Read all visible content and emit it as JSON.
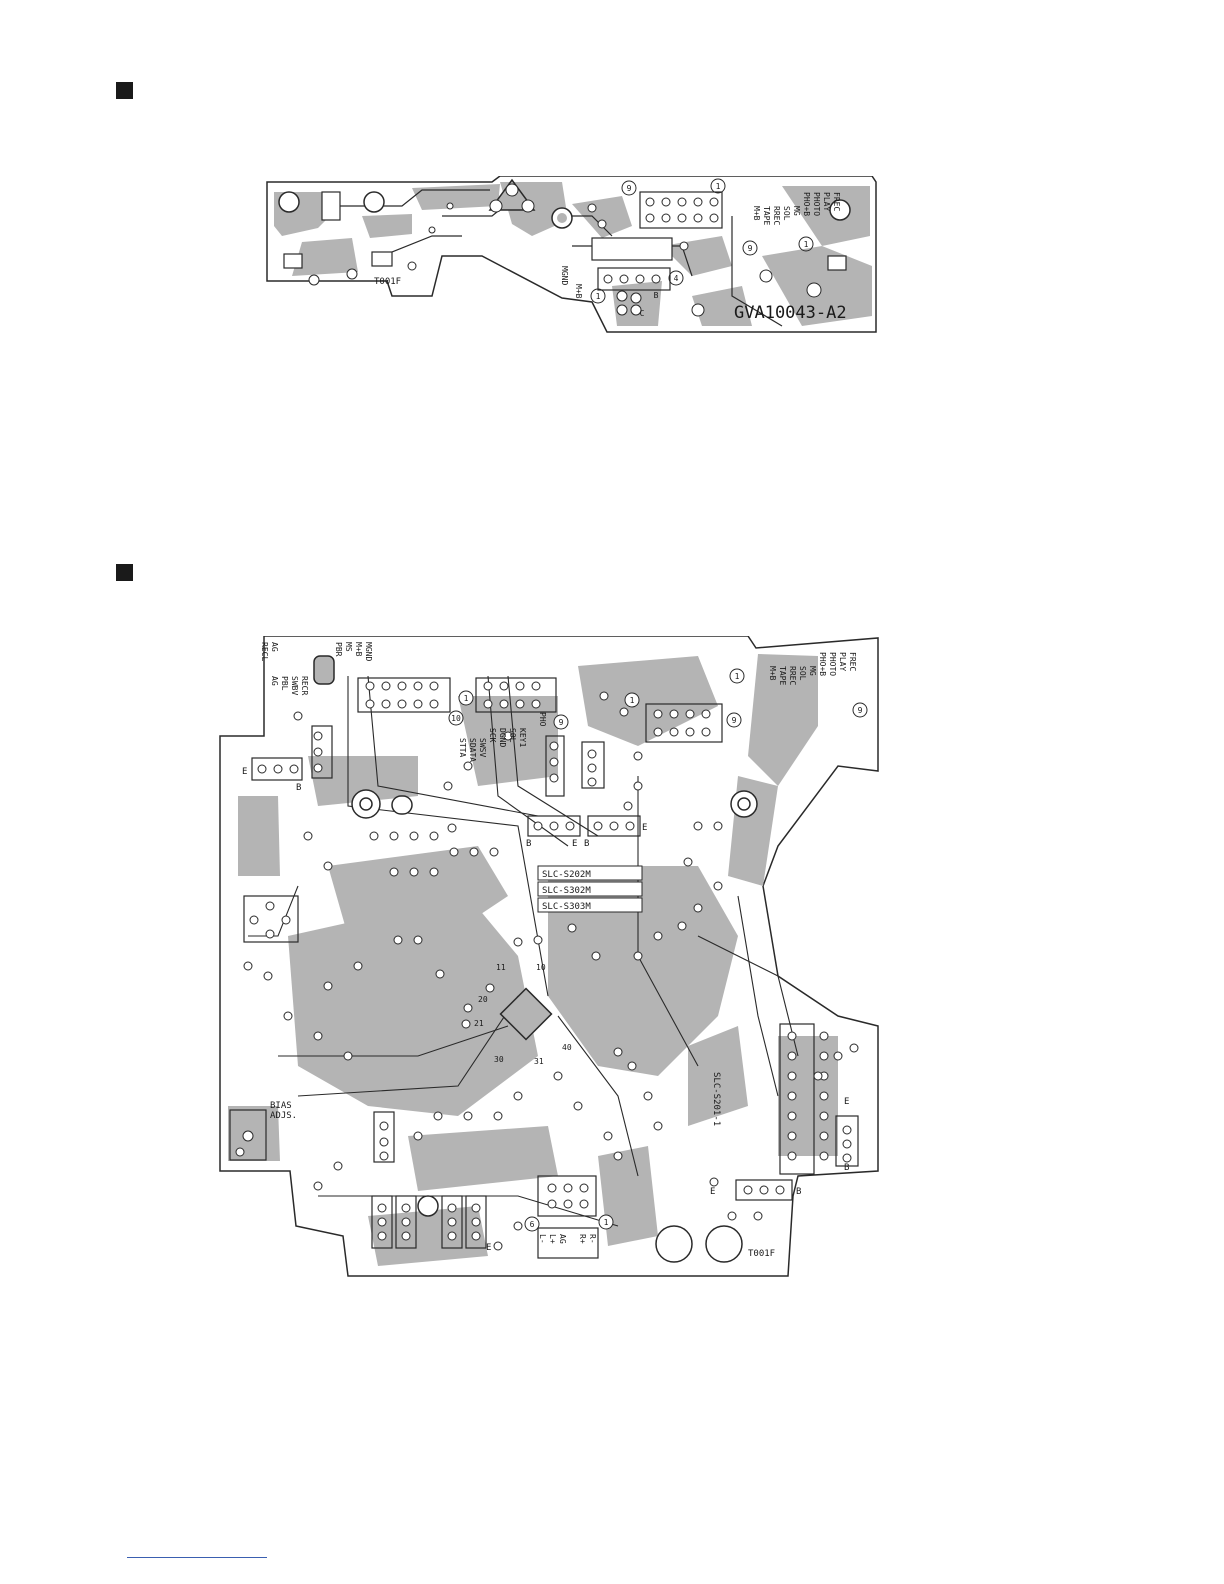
{
  "colors": {
    "copper": "#b4b4b4",
    "outline": "#2a2a2a",
    "pad": "#ffffff",
    "ink": "#1a1a1a",
    "footer_rule": "#3a5fb0"
  },
  "board1": {
    "part_number": "GVA10043-A2",
    "pattern_id": "T001F",
    "connector_labels": [
      "FREC",
      "PLAY",
      "PHOTO",
      "PHO+B",
      "MG",
      "SOL",
      "RREC",
      "TAPE",
      "M+B"
    ],
    "side_labels": [
      "MGND",
      "M+B"
    ],
    "pin_markers": [
      "9",
      "1",
      "9",
      "1",
      "4",
      "1"
    ],
    "transistor_labels": [
      "B",
      "C"
    ]
  },
  "board2": {
    "pattern_id": "T001F",
    "connector_labels_right": [
      "FREC",
      "PLAY",
      "PHOTO",
      "PHO+B",
      "MG",
      "SOL",
      "RREC",
      "TAPE",
      "M+B"
    ],
    "connector_labels_left_a": [
      "PBR",
      "MS",
      "M+B",
      "MGND"
    ],
    "connector_labels_left_b": [
      "AG",
      "PBL",
      "SWBV",
      "RECR"
    ],
    "connector_labels_left_c": [
      "RECL",
      "AG"
    ],
    "signal_labels": [
      "PHO",
      "KEY1",
      "SOL",
      "DGND",
      "SCK",
      "SWSV",
      "SDATA",
      "STTA"
    ],
    "chip_labels": [
      "SLC-S202M",
      "SLC-S302M",
      "SLC-S303M"
    ],
    "vertical_chip": "SLC-S201-1",
    "bias_label_1": "BIAS",
    "bias_label_2": "ADJS.",
    "ic_pins": [
      "11",
      "10",
      "20",
      "21",
      "30",
      "31",
      "40"
    ],
    "pin_markers": [
      "1",
      "10",
      "1",
      "9",
      "9",
      "1",
      "6",
      "1",
      "9"
    ],
    "output_labels": [
      "R+",
      "R-",
      "AG",
      "L+",
      "L-"
    ],
    "terminal_letters": [
      "E",
      "B",
      "E",
      "B",
      "E",
      "B",
      "E",
      "B",
      "E",
      "B",
      "E"
    ]
  }
}
